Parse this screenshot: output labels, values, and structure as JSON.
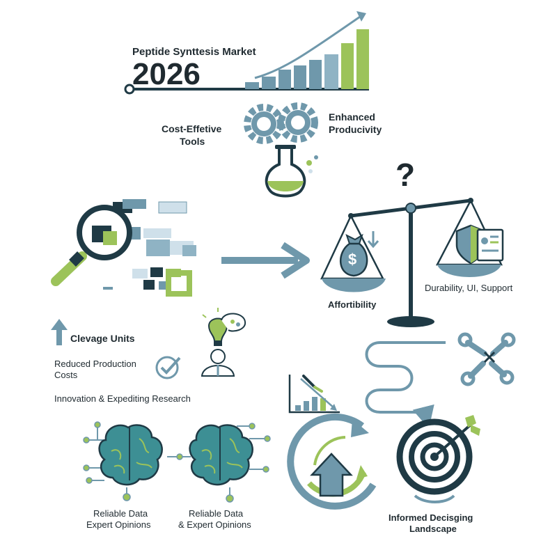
{
  "header": {
    "title": "Peptide Synttesis Market",
    "year": "2026"
  },
  "top_labels": {
    "left": [
      "Cost-Effetive",
      "Tools"
    ],
    "right": [
      "Enhanced",
      "Producivity"
    ]
  },
  "balance": {
    "question_mark": "?",
    "left_label": "Affortibility",
    "right_label": "Durability, UI, Support",
    "money_symbol": "$"
  },
  "benefits": {
    "cleavage": "Clevage Units",
    "reduced": [
      "Reduced Production",
      "Costs"
    ],
    "innovation": "Innovation & Expediting Research"
  },
  "brains": {
    "left_label": [
      "Reliable Data",
      "Expert Opinions"
    ],
    "right_label": [
      "Reliable Data",
      "& Expert Opinions"
    ]
  },
  "outcome": {
    "label": [
      "Informed Decisging",
      "Landscape"
    ]
  },
  "colors": {
    "navy": "#1f3a45",
    "steel": "#6f98ab",
    "lime": "#9cc35a",
    "pale": "#cfe0ea",
    "teal": "#3d8f94"
  },
  "icons": [
    "bar-chart-icon",
    "gear-icon",
    "flask-icon",
    "magnifier-icon",
    "arrow-right-icon",
    "balance-scale-icon",
    "money-bag-icon",
    "shield-icon",
    "dashboard-icon",
    "arrow-up-icon",
    "lightbulb-icon",
    "checkmark-icon",
    "brain-icon",
    "cycle-arrow-icon",
    "trend-chart-icon",
    "wrench-icon",
    "target-icon"
  ]
}
